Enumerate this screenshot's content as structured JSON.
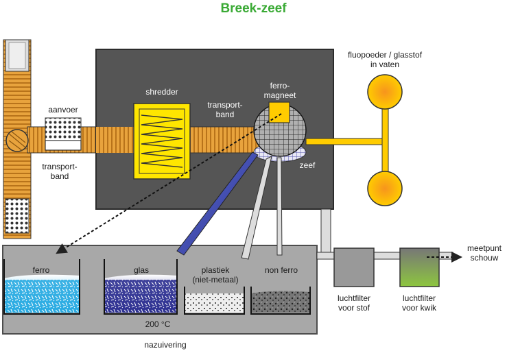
{
  "title": "Breek-zeef",
  "labels": {
    "aanvoer": "aanvoer",
    "transportband_left": "transport-\nband",
    "shredder": "shredder",
    "transportband_mid": "transport-\nband",
    "ferromagneet": "ferro-\nmagneet",
    "zeef": "zeef",
    "fluopoeder": "fluopoeder / glasstof\nin vaten",
    "ferro": "ferro",
    "glas": "glas",
    "plastiek": "plastiek\n(niet-metaal)",
    "nonferro": "non ferro",
    "temp": "200 °C",
    "nazuivering": "nazuivering",
    "luchtfilter_stof": "luchtfilter\nvoor stof",
    "luchtfilter_kwik": "luchtfilter\nvoor kwik",
    "meetpunt": "meetpunt\nschouw"
  },
  "colors": {
    "title": "#3aaa35",
    "machine": "#555555",
    "belt": "#e8a33d",
    "shredder": "#ffe600",
    "magnet": "#ffcc00",
    "vat": "#ffcc00",
    "vat_glow": "#f7941d",
    "ferro_bin": "#29abe2",
    "glas_bin": "#2e3192",
    "kwik_filter": "#8dc63f",
    "housing": "#999999"
  }
}
